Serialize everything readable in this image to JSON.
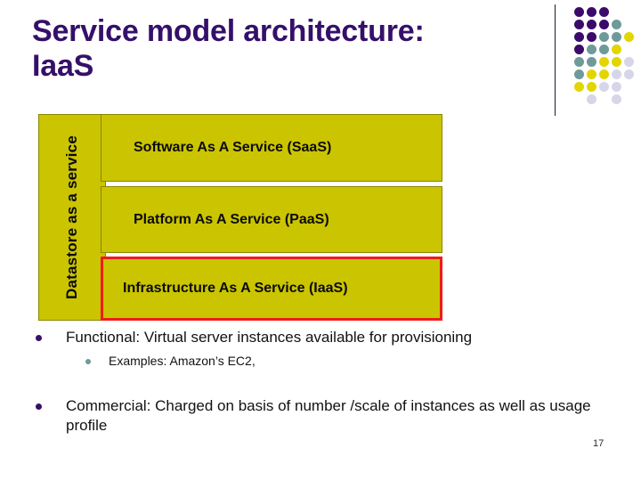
{
  "slide": {
    "title_lines": [
      "Service model architecture:",
      "IaaS"
    ],
    "page_number": "17",
    "title_color": "#35106a"
  },
  "diagram": {
    "sidebar_label": "Datastore as a service",
    "box_fill": "#cbc400",
    "box_border": "#8a8600",
    "highlight_border": "#ee1c18",
    "layers": [
      {
        "id": "saas",
        "label": "Software As A Service (SaaS)",
        "highlighted": false
      },
      {
        "id": "paas",
        "label": "Platform As A Service (PaaS)",
        "highlighted": false
      },
      {
        "id": "iaas",
        "label": "Infrastructure As A Service (IaaS)",
        "highlighted": true
      }
    ]
  },
  "bullets": [
    {
      "level": 1,
      "text": "Functional: Virtual server instances available for provisioning",
      "marker_color": "#35106a"
    },
    {
      "level": 2,
      "text": "Examples:  Amazon’s EC2,",
      "marker_color": "#6e9a9a"
    },
    {
      "level": 1,
      "text": "Commercial: Charged on basis of  number /scale of instances as well as usage profile",
      "marker_color": "#35106a"
    }
  ],
  "dot_matrix": {
    "cell": 14,
    "colors": {
      "purple": "#3b0a6b",
      "teal": "#6e9a9a",
      "yellow": "#e3d500",
      "lavender": "#d6d6e8"
    },
    "grid": [
      [
        "purple",
        "purple",
        "purple",
        null,
        null
      ],
      [
        "purple",
        "purple",
        "purple",
        "teal",
        null
      ],
      [
        "purple",
        "purple",
        "teal",
        "teal",
        "yellow"
      ],
      [
        "purple",
        "teal",
        "teal",
        "yellow",
        null
      ],
      [
        "teal",
        "teal",
        "yellow",
        "yellow",
        "lavender"
      ],
      [
        "teal",
        "yellow",
        "yellow",
        "lavender",
        "lavender"
      ],
      [
        "yellow",
        "yellow",
        "lavender",
        "lavender",
        null
      ],
      [
        null,
        "lavender",
        null,
        "lavender",
        null
      ]
    ]
  }
}
